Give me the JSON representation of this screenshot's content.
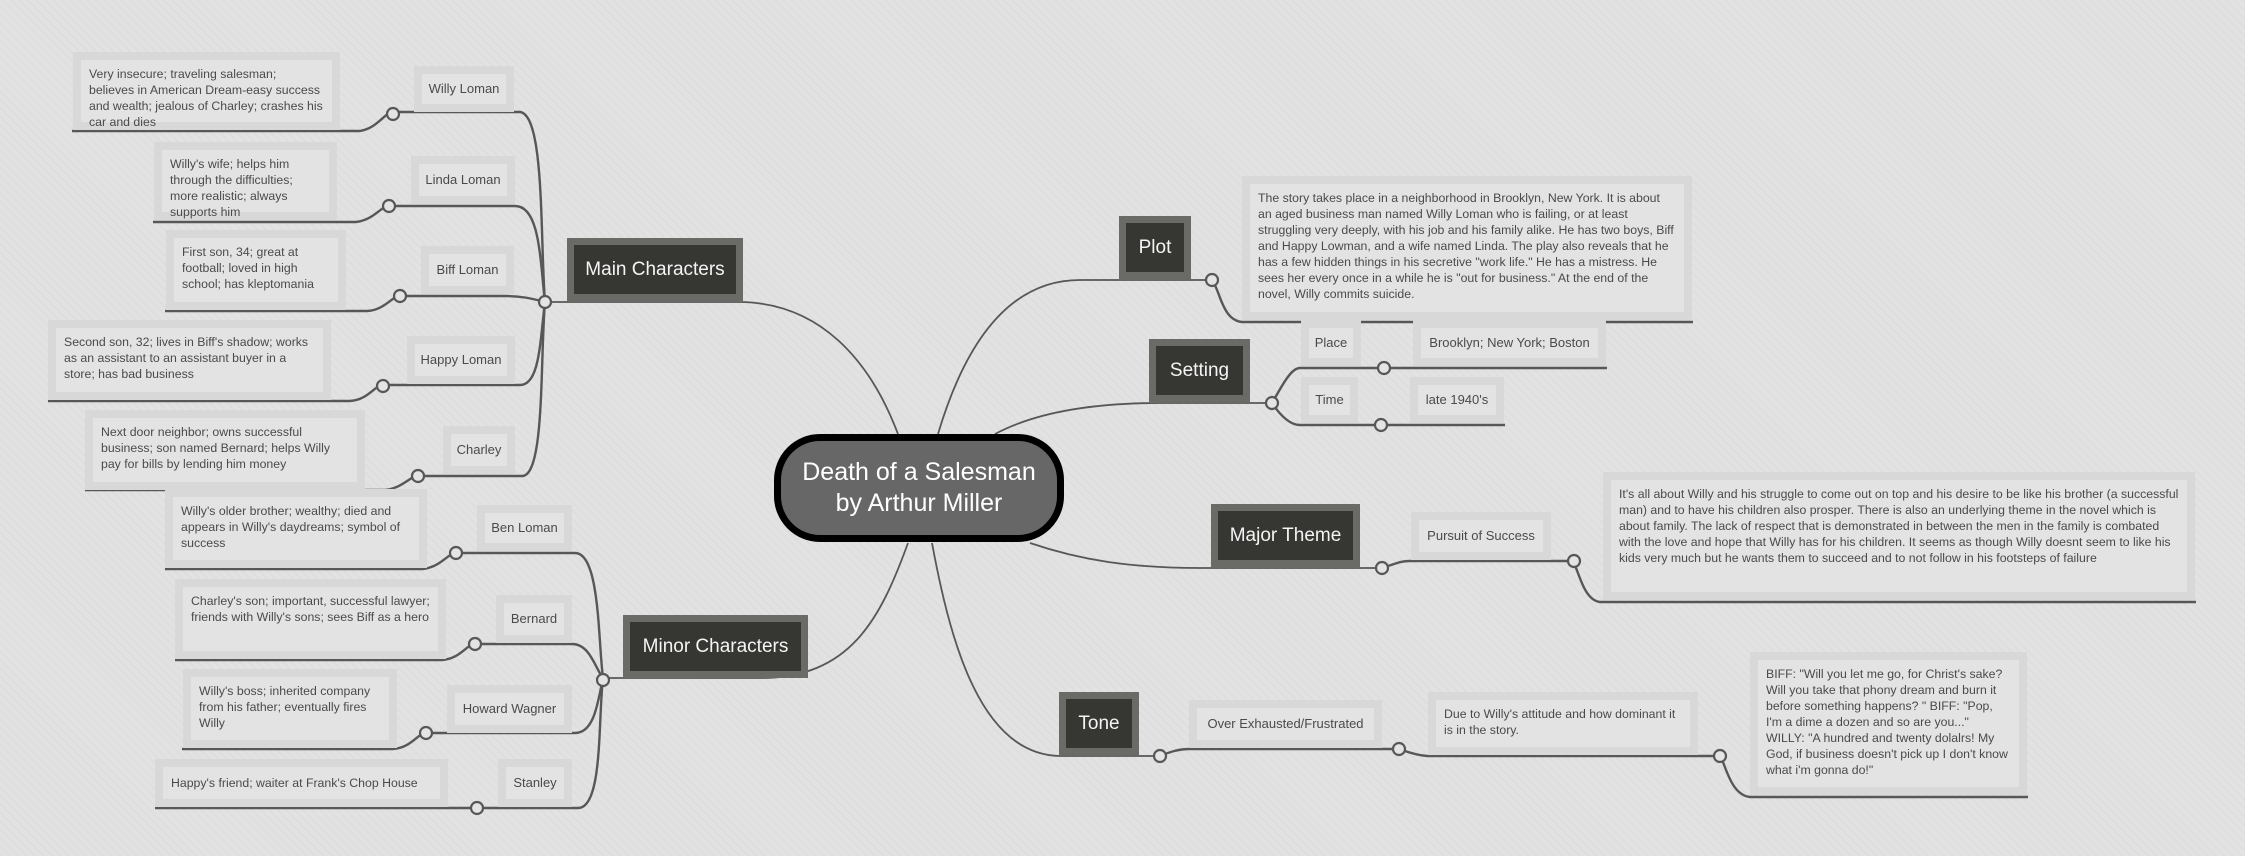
{
  "central": {
    "line1": "Death of a Salesman",
    "line2": "by Arthur Miller"
  },
  "branches": {
    "main_characters": {
      "label": "Main Characters",
      "items": [
        {
          "name": "Willy Loman",
          "note": "Very insecure; traveling salesman; believes in American Dream-easy success and wealth; jealous of Charley; crashes his car and dies"
        },
        {
          "name": "Linda Loman",
          "note": "Willy's wife; helps him through the difficulties; more realistic; always supports him"
        },
        {
          "name": "Biff Loman",
          "note": "First son, 34; great at football; loved in high school; has kleptomania"
        },
        {
          "name": "Happy Loman",
          "note": "Second son, 32; lives in Biff's shadow; works as an assistant to an assistant buyer in a store; has bad business"
        },
        {
          "name": "Charley",
          "note": "Next door neighbor; owns successful business; son named Bernard; helps Willy pay for bills by lending him money"
        }
      ]
    },
    "minor_characters": {
      "label": "Minor Characters",
      "items": [
        {
          "name": "Ben Loman",
          "note": "Willy's older brother; wealthy; died and appears in Willy's daydreams; symbol of success"
        },
        {
          "name": "Bernard",
          "note": "Charley's son; important, successful lawyer; friends with Willy's sons; sees Biff as a hero"
        },
        {
          "name": "Howard Wagner",
          "note": "Willy's boss; inherited company from his father; eventually fires Willy"
        },
        {
          "name": "Stanley",
          "note": "Happy's friend; waiter at Frank's Chop House"
        }
      ]
    },
    "plot": {
      "label": "Plot",
      "note": "The story takes place in a neighborhood in Brooklyn, New York. It is about an  aged business man named Willy Loman who is failing, or at least struggling very deeply, with his job and his family alike. He has two boys, Biff and Happy Lowman, and a wife named Linda. The play also reveals that he has a few hidden things in his secretive \"work life.\" He has a mistress. He sees her every once in a while he is \"out for business.\" At the end of the novel, Willy commits suicide."
    },
    "setting": {
      "label": "Setting",
      "items": [
        {
          "name": "Place",
          "value": "Brooklyn; New York; Boston"
        },
        {
          "name": "Time",
          "value": "late 1940's"
        }
      ]
    },
    "major_theme": {
      "label": "Major Theme",
      "item": "Pursuit of Success",
      "note": "It's all about Willy and his struggle to come out on top and his desire to be like his brother (a successful man) and to have his children also prosper. There is also an underlying theme in the novel which is about family. The lack of respect that is demonstrated in between the men in the family is combated with the love and hope that Willy has for his children. It seems as though Willy doesnt seem to like his kids very much but he wants them to succeed and to not follow in his footsteps of failure"
    },
    "tone": {
      "label": "Tone",
      "item": "Over Exhausted/Frustrated",
      "reason": "Due to Willy's attitude and how dominant it is in the story.",
      "quote": "BIFF: \"Will you let me go, for Christ's sake? Will you take that phony dream and burn it before something happens? \"  BIFF: \"Pop, I'm a dime a dozen and so are you...\" WILLY: \"A hundred and twenty dolalrs! My God, if business doesn't pick up I don't know what i'm gonna do!\""
    }
  },
  "colors": {
    "background": "#e2e2e2",
    "central_fill": "#676767",
    "central_border": "#000000",
    "topic_fill": "#363632",
    "topic_border": "#6a6b66",
    "subtopic_fill": "#e3e3e3",
    "subtopic_border": "#d8d8d8",
    "line": "#575757"
  }
}
